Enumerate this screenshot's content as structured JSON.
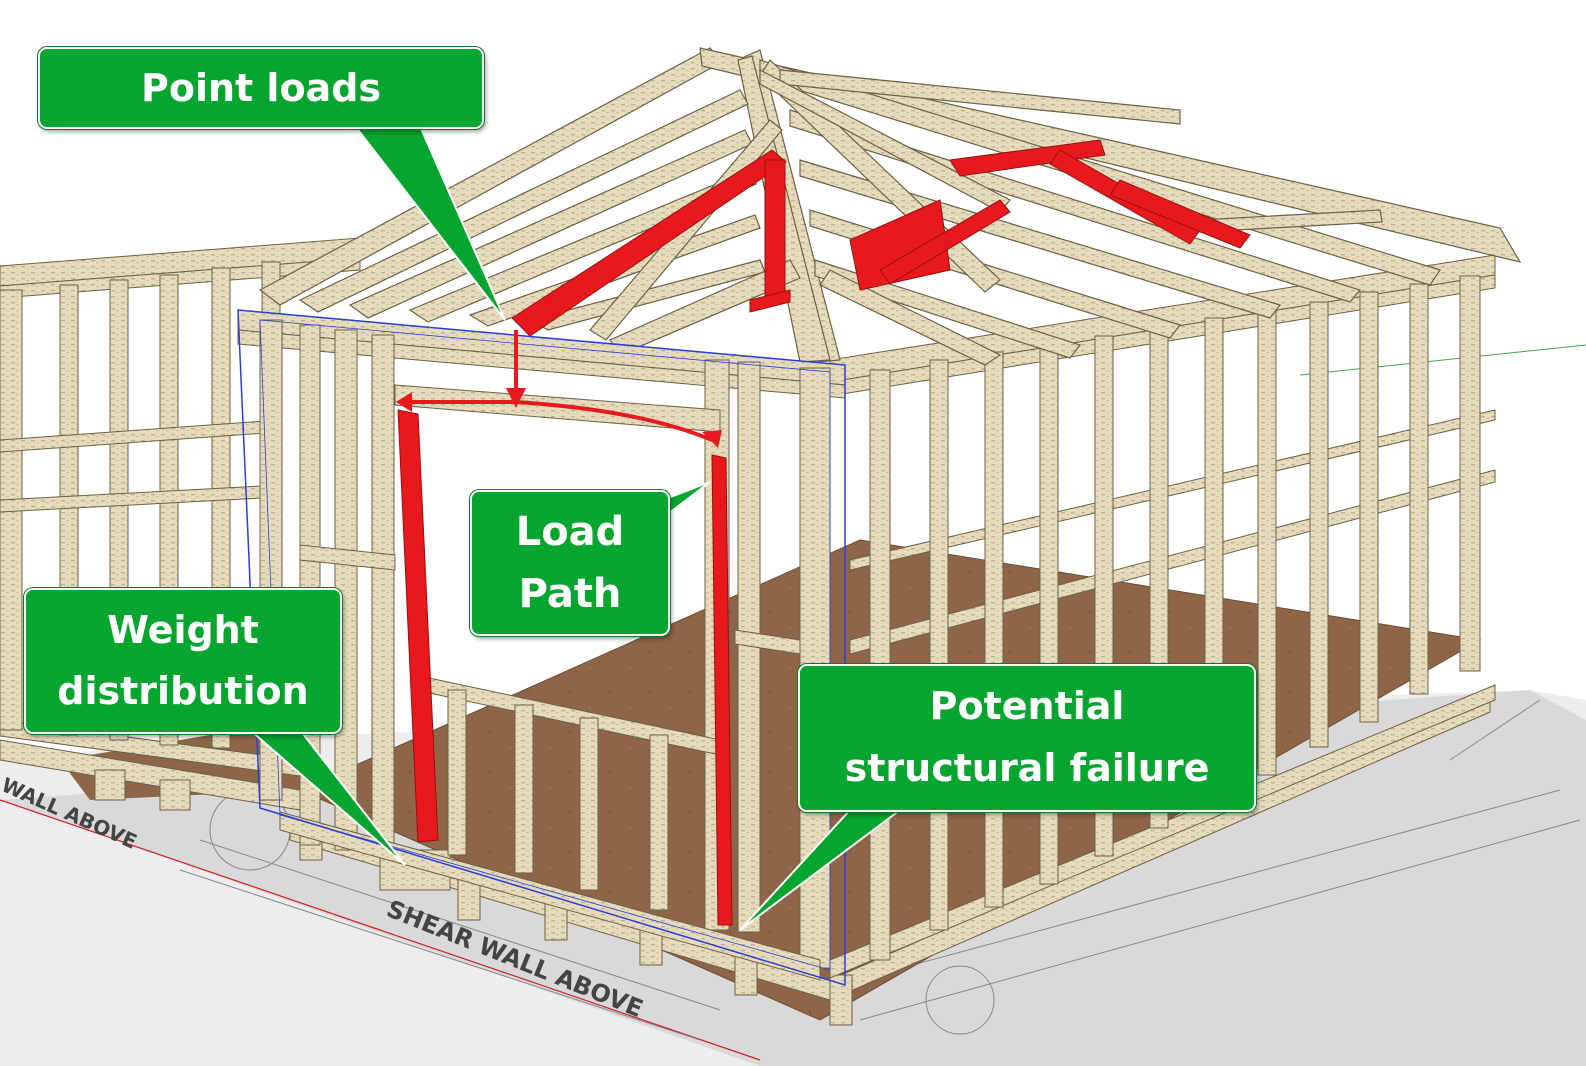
{
  "callouts": {
    "point_loads": "Point loads",
    "load_path": [
      "Load",
      "Path"
    ],
    "weight_distribution": [
      "Weight",
      "distribution"
    ],
    "structural_failure": [
      "Potential",
      "structural failure"
    ]
  },
  "plan_labels": {
    "shear_wall_left": "WALL ABOVE",
    "shear_wall_front": "SHEAR WALL ABOVE"
  },
  "colors": {
    "callout_fill": "#06a52f",
    "lumber": "#e6dcbc",
    "lumber_edge": "#6b6148",
    "load_path_red": "#e8191c",
    "floor": "#8f6548",
    "selection_blue": "#2a3fd8"
  }
}
